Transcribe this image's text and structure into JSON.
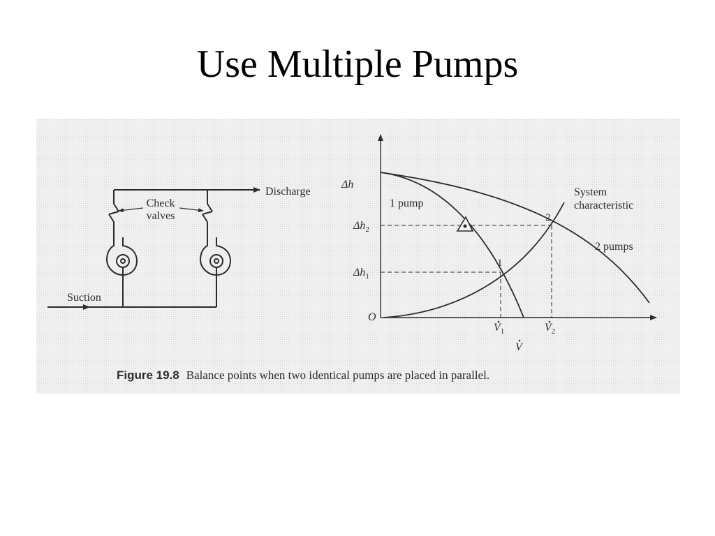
{
  "slide": {
    "title": "Use Multiple Pumps"
  },
  "schematic": {
    "discharge_label": "Discharge",
    "check_valves_label_line1": "Check",
    "check_valves_label_line2": "valves",
    "suction_label": "Suction"
  },
  "graph": {
    "y_axis_label": "Δh",
    "x_axis_label": "V",
    "origin_label": "O",
    "dh1_label": "Δh",
    "dh1_sub": "1",
    "dh2_label": "Δh",
    "dh2_sub": "2",
    "v1_label": "V",
    "v1_sub": "1",
    "v2_label": "V",
    "v2_sub": "2",
    "curve_1_pump_label": "1 pump",
    "curve_2_pumps_label": "2 pumps",
    "system_label_line1": "System",
    "system_label_line2": "characteristic",
    "point1_label": "1",
    "point2_label": "2"
  },
  "caption": {
    "prefix": "Figure 19.8",
    "text": "Balance points when two identical pumps are placed in parallel."
  },
  "colors": {
    "ink": "#2c2c2c",
    "panel": "#f1f1f1"
  }
}
